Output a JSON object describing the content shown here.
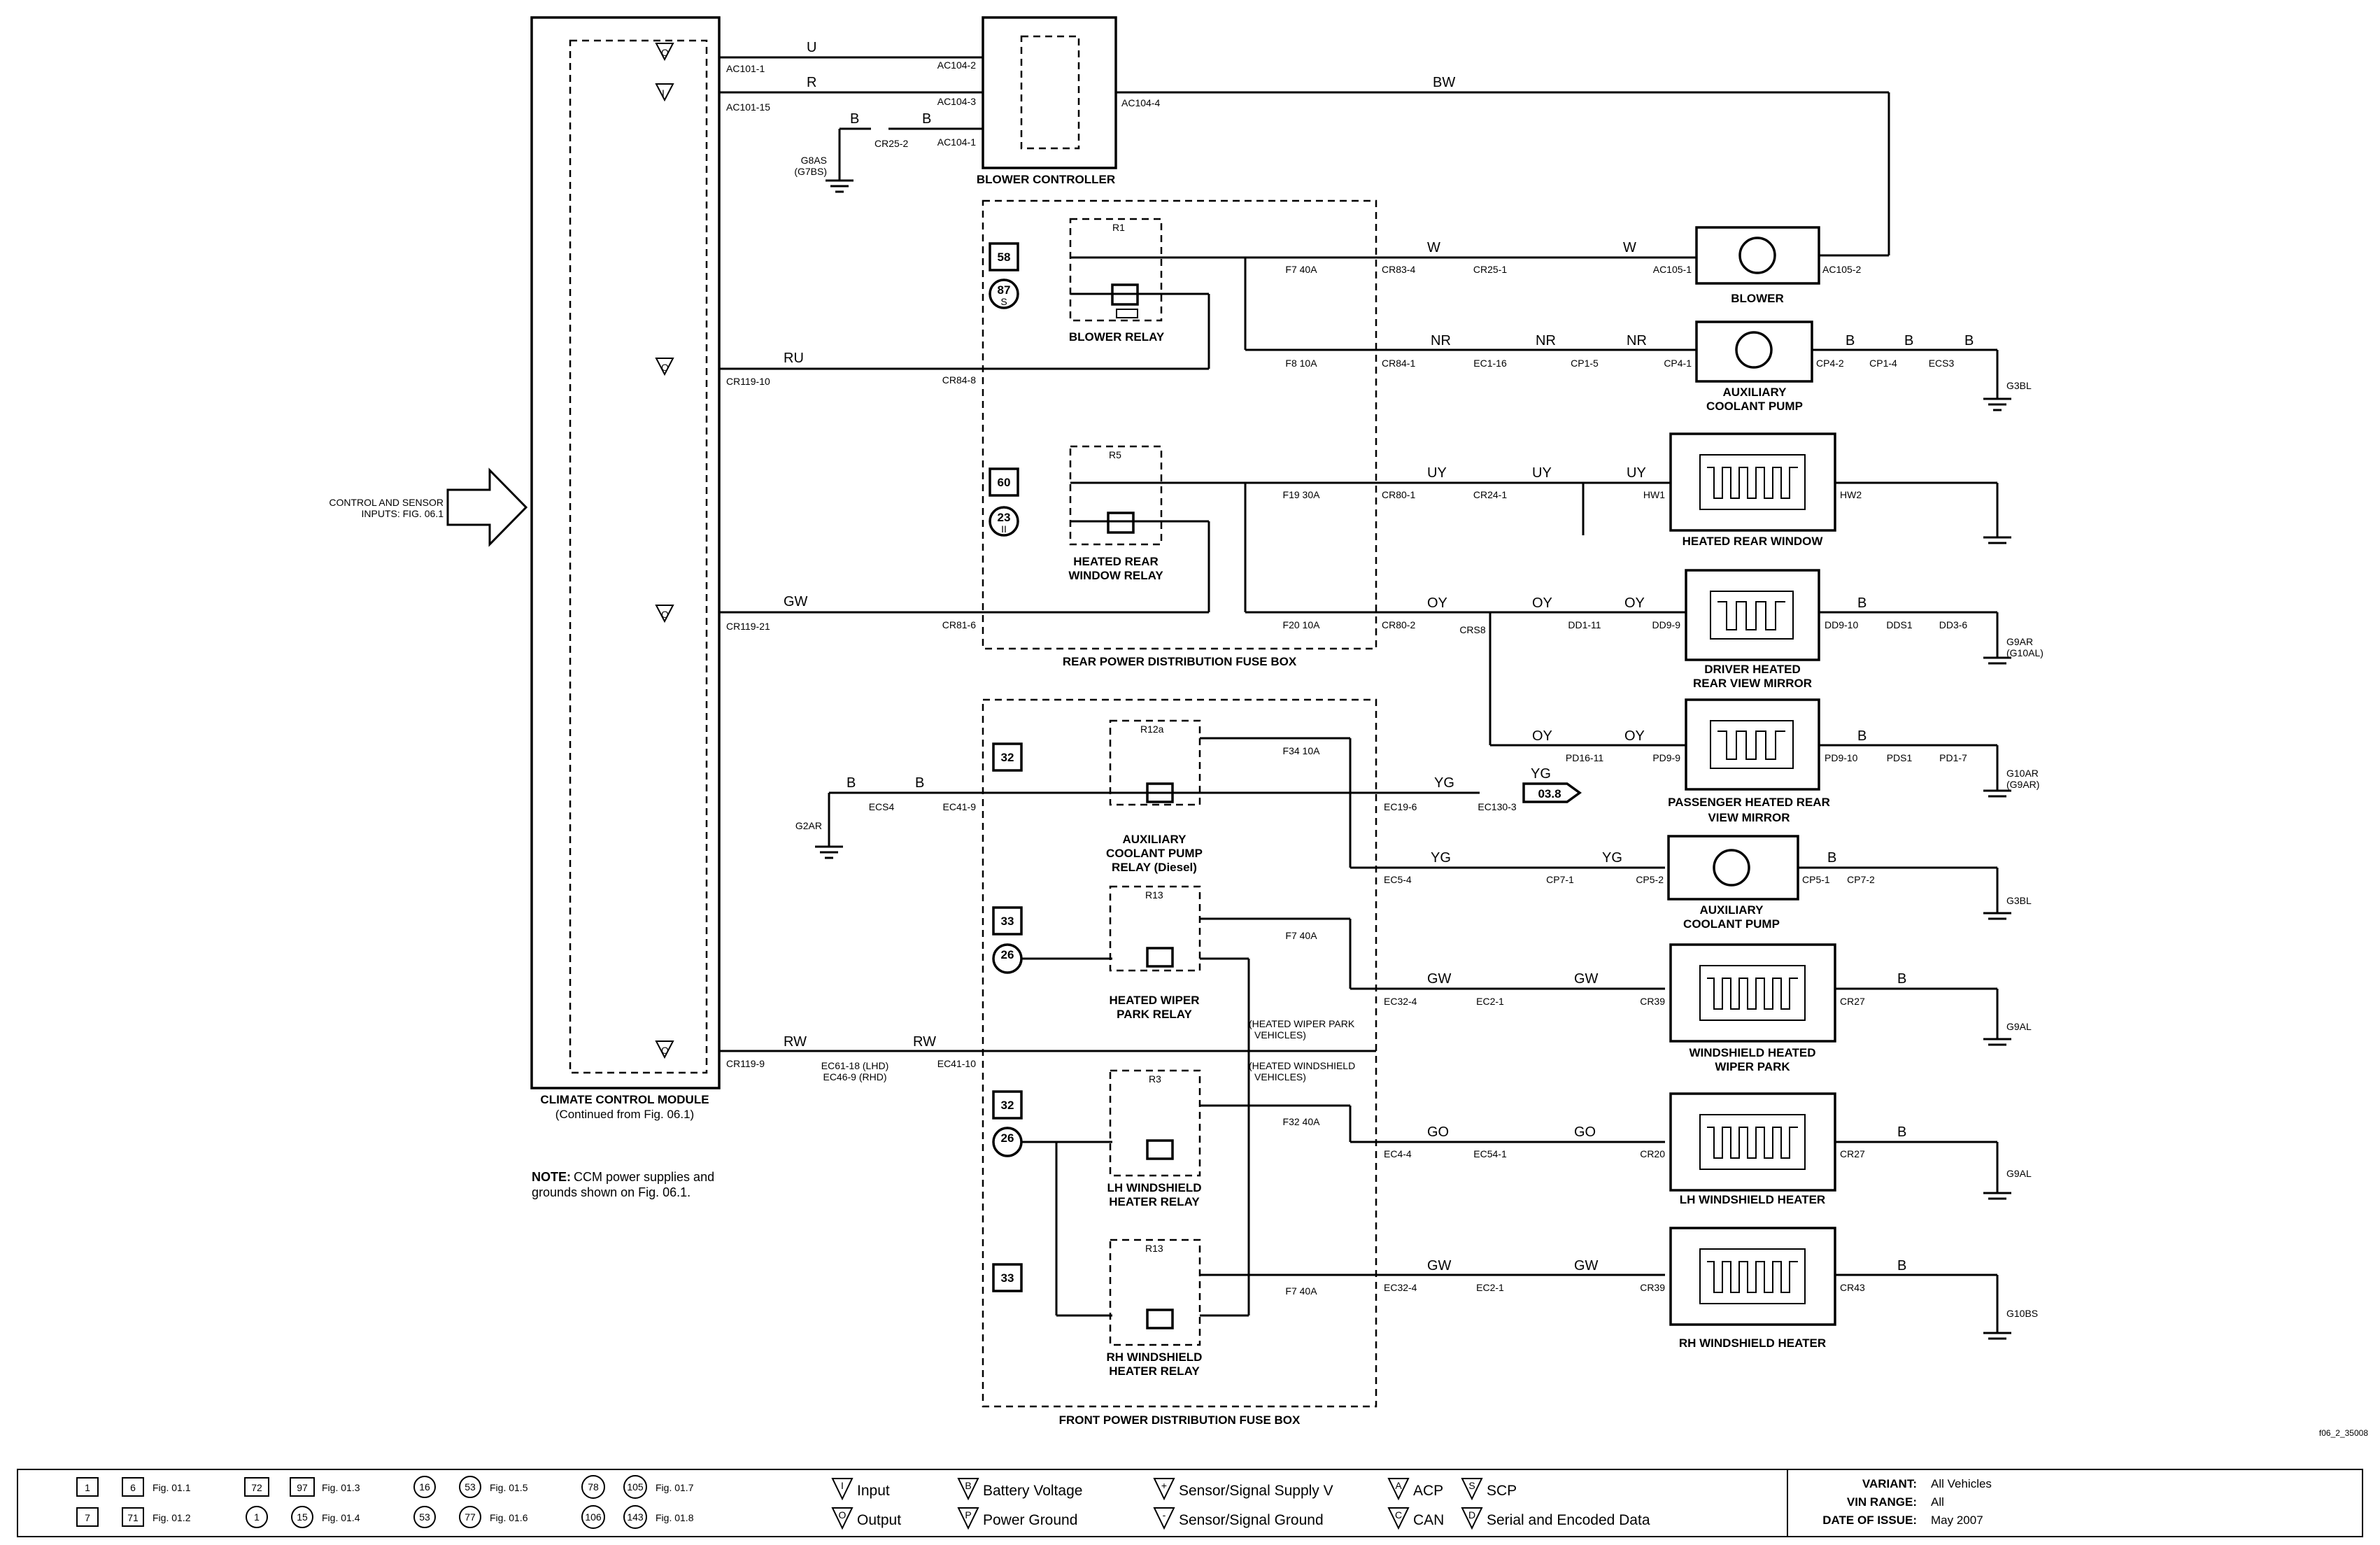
{
  "module": {
    "title": "CLIMATE CONTROL MODULE",
    "subtitle": "(Continued from Fig. 06.1)",
    "inputs_label": [
      "CONTROL AND SENSOR",
      "INPUTS: FIG. 06.1"
    ],
    "note_bold": "NOTE:",
    "note_text": [
      "CCM power supplies and",
      "grounds shown on Fig. 06.1."
    ]
  },
  "blower_controller": {
    "title": "BLOWER CONTROLLER",
    "pins": [
      "AC104-2",
      "AC104-3",
      "AC104-1",
      "AC104-4"
    ],
    "ccm_pins": [
      "AC101-1",
      "AC101-15"
    ],
    "wires": [
      "U",
      "R",
      "B",
      "BW"
    ],
    "ground_splice": "CR25-2",
    "ground": [
      "G8AS",
      "(G7BS)"
    ]
  },
  "rear_box": {
    "title": "REAR POWER DISTRIBUTION FUSE BOX",
    "blower_relay": {
      "label": "BLOWER RELAY",
      "id": "R1",
      "badges": [
        "58",
        "87"
      ],
      "badge_sub": "S"
    },
    "hrw_relay": {
      "label": [
        "HEATED REAR",
        "WINDOW RELAY"
      ],
      "id": "R5",
      "badges": [
        "60",
        "23"
      ],
      "badge_sub": "II"
    },
    "fuses": [
      "F7 40A",
      "F8 10A",
      "F19 30A",
      "F20 10A"
    ],
    "outputs": [
      "CR83-4",
      "CR84-1",
      "CR80-1",
      "CR80-2"
    ],
    "inputs": [
      "CR84-8",
      "CR81-6"
    ],
    "ccm_pins": [
      "CR119-10",
      "CR119-21"
    ],
    "ccm_wires": [
      "RU",
      "GW"
    ]
  },
  "front_box": {
    "title": "FRONT POWER DISTRIBUTION FUSE BOX",
    "relays": [
      {
        "label": [
          "AUXILIARY",
          "COOLANT PUMP",
          "RELAY (Diesel)"
        ],
        "id": "R12a",
        "badge": "32"
      },
      {
        "label": [
          "HEATED WIPER",
          "PARK RELAY"
        ],
        "id": "R13",
        "badge": "33",
        "badge2": "26"
      },
      {
        "label": [
          "LH WINDSHIELD",
          "HEATER RELAY"
        ],
        "id": "R3",
        "badge": "32",
        "badge2": "26"
      },
      {
        "label": [
          "RH WINDSHIELD",
          "HEATER RELAY"
        ],
        "id": "R13",
        "badge": "33"
      }
    ],
    "fuses": [
      "F34 10A",
      "F7 40A",
      "F32 40A",
      "F7 40A"
    ],
    "outputs": [
      "EC19-6",
      "EC5-4",
      "EC32-4",
      "EC4-4",
      "EC32-4"
    ],
    "inputs": [
      "EC41-9",
      "EC41-10"
    ],
    "ccm_pin": "CR119-9",
    "ccm_wire": "RW",
    "inline": [
      "EC61-18 (LHD)",
      "EC46-9 (RHD)"
    ],
    "ground": "G2AR",
    "ground_splice": "ECS4",
    "notes": [
      [
        "(HEATED WIPER PARK",
        "VEHICLES)"
      ],
      [
        "(HEATED WINDSHIELD",
        "VEHICLES)"
      ]
    ],
    "offpage": "03.8",
    "offpage_conn": "EC130-3"
  },
  "loads": [
    {
      "name": "BLOWER",
      "pins": [
        "AC105-1",
        "AC105-2"
      ],
      "splice": "CR25-1",
      "wire": "W"
    },
    {
      "name": [
        "AUXILIARY",
        "COOLANT PUMP"
      ],
      "pins": [
        "CP4-1",
        "CP4-2"
      ],
      "conns": [
        "EC1-16",
        "CP1-5",
        "CP1-4",
        "ECS3"
      ],
      "wire": "NR",
      "ground": "G3BL"
    },
    {
      "name": "HEATED REAR WINDOW",
      "pins": [
        "HW1",
        "HW2"
      ],
      "conns": [
        "CR24-1"
      ],
      "wire": "UY"
    },
    {
      "name": [
        "DRIVER HEATED",
        "REAR VIEW MIRROR"
      ],
      "pins": [
        "DD9-9",
        "DD9-10"
      ],
      "conns": [
        "DD1-11",
        "DDS1",
        "DD3-6",
        "CRS8"
      ],
      "wire": "OY",
      "ground": [
        "G9AR",
        "(G10AL)"
      ]
    },
    {
      "name": [
        "PASSENGER HEATED REAR",
        "VIEW MIRROR"
      ],
      "pins": [
        "PD9-9",
        "PD9-10"
      ],
      "conns": [
        "PD16-11",
        "PDS1",
        "PD1-7"
      ],
      "wire": "OY",
      "ground": [
        "G10AR",
        "(G9AR)"
      ]
    },
    {
      "name": [
        "AUXILIARY",
        "COOLANT PUMP"
      ],
      "pins": [
        "CP5-2",
        "CP5-1"
      ],
      "conns": [
        "CP7-1",
        "CP7-2"
      ],
      "wire": "YG",
      "ground": "G3BL"
    },
    {
      "name": [
        "WINDSHIELD HEATED",
        "WIPER PARK"
      ],
      "pins": [
        "CR39",
        "CR27"
      ],
      "conns": [
        "EC2-1"
      ],
      "wire": "GW",
      "ground": "G9AL"
    },
    {
      "name": "LH WINDSHIELD HEATER",
      "pins": [
        "CR20",
        "CR27"
      ],
      "conns": [
        "EC54-1"
      ],
      "wire": "GO",
      "ground": "G9AL"
    },
    {
      "name": "RH WINDSHIELD HEATER",
      "pins": [
        "CR39",
        "CR43"
      ],
      "conns": [
        "EC2-1"
      ],
      "wire": "GW",
      "ground": "G10BS"
    }
  ],
  "ref_code": "f06_2_35008",
  "legend": {
    "figs": [
      {
        "a": "1",
        "b": "6",
        "fig": "Fig. 01.1"
      },
      {
        "a": "7",
        "b": "71",
        "fig": "Fig. 01.2"
      },
      {
        "a": "72",
        "b": "97",
        "fig": "Fig. 01.3"
      },
      {
        "a": "1",
        "b": "15",
        "fig": "Fig. 01.4"
      },
      {
        "a": "16",
        "b": "53",
        "fig": "Fig. 01.5"
      },
      {
        "a": "53",
        "b": "77",
        "fig": "Fig. 01.6"
      },
      {
        "a": "78",
        "b": "105",
        "fig": "Fig. 01.7"
      },
      {
        "a": "106",
        "b": "143",
        "fig": "Fig. 01.8"
      }
    ],
    "symbols": [
      {
        "glyph": "I",
        "text": "Input"
      },
      {
        "glyph": "O",
        "text": "Output"
      },
      {
        "glyph": "B",
        "text": "Battery Voltage"
      },
      {
        "glyph": "P",
        "text": "Power Ground"
      },
      {
        "glyph": "+",
        "text": "Sensor/Signal Supply V"
      },
      {
        "glyph": "-",
        "text": "Sensor/Signal Ground"
      },
      {
        "glyph": "A",
        "text": "ACP"
      },
      {
        "glyph": "C",
        "text": "CAN"
      },
      {
        "glyph": "S",
        "text": "SCP"
      },
      {
        "glyph": "D",
        "text": "Serial and Encoded Data"
      }
    ],
    "variant_label": "VARIANT:",
    "variant": "All Vehicles",
    "vin_label": "VIN RANGE:",
    "vin": "All",
    "date_label": "DATE OF ISSUE:",
    "date": "May 2007"
  }
}
